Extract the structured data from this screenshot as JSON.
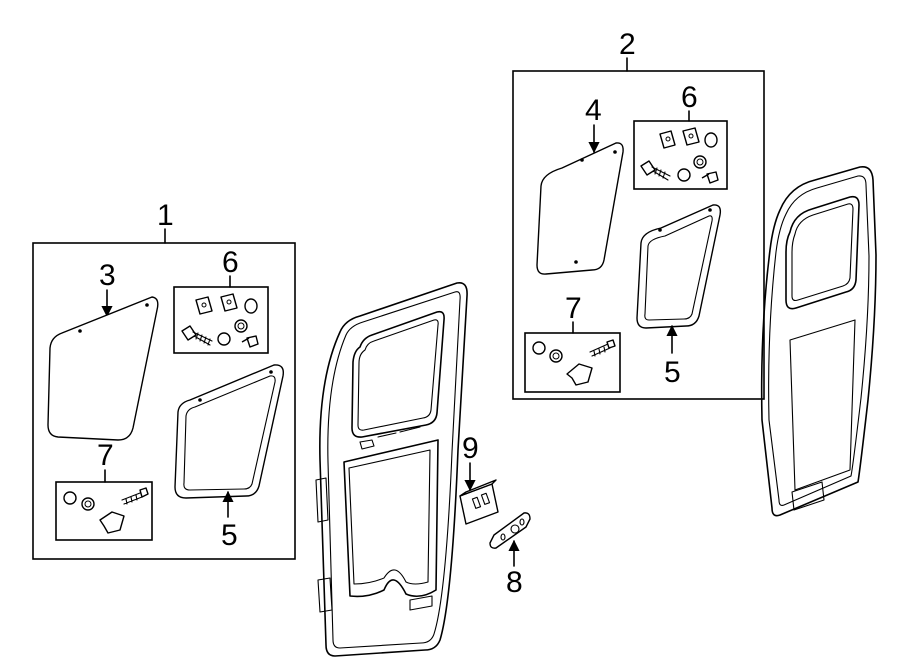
{
  "callouts": {
    "kit_left": "1",
    "kit_right": "2",
    "glass_left": "3",
    "glass_right": "4",
    "seal_left": "5",
    "seal_right": "5",
    "hardware_left": "6",
    "hardware_right": "6",
    "clip_left": "7",
    "clip_right": "7",
    "handle": "8",
    "latch": "9"
  }
}
